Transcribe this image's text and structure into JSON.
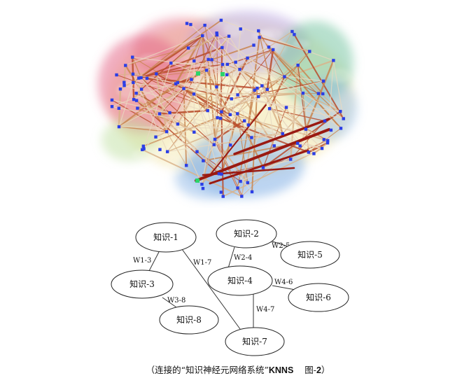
{
  "brain_network": {
    "node_colors": {
      "normal": "#2b3ee6",
      "highlight": "#2bd46a"
    },
    "lobe_colors": [
      "#e56a8a",
      "#b7a4e6",
      "#bfe0a2",
      "#7cc6a6",
      "#8fb8e8",
      "#f3e6a8"
    ],
    "edge_colors": [
      "#d9b38a",
      "#c9854f",
      "#b84a2a",
      "#9a1a12",
      "#e8d8c0"
    ]
  },
  "graph": {
    "nodes": [
      {
        "id": "n1",
        "label": "知识-1"
      },
      {
        "id": "n2",
        "label": "知识-2"
      },
      {
        "id": "n3",
        "label": "知识-3"
      },
      {
        "id": "n4",
        "label": "知识-4"
      },
      {
        "id": "n5",
        "label": "知识-5"
      },
      {
        "id": "n6",
        "label": "知识-6"
      },
      {
        "id": "n7",
        "label": "知识-7"
      },
      {
        "id": "n8",
        "label": "知识-8"
      }
    ],
    "edges": [
      {
        "from": "n1",
        "to": "n3",
        "label": "W1-3"
      },
      {
        "from": "n1",
        "to": "n7",
        "label": "W1-7"
      },
      {
        "from": "n2",
        "to": "n4",
        "label": "W2-4"
      },
      {
        "from": "n2",
        "to": "n5",
        "label": "W2-5"
      },
      {
        "from": "n3",
        "to": "n8",
        "label": "W3-8"
      },
      {
        "from": "n4",
        "to": "n6",
        "label": "W4-6"
      },
      {
        "from": "n4",
        "to": "n7",
        "label": "W4-7"
      }
    ]
  },
  "caption": {
    "prefix": "（连接的“知识神经元网络系统”",
    "name": "KNNS",
    "figure": "图-",
    "number": "2",
    "suffix": "）"
  }
}
